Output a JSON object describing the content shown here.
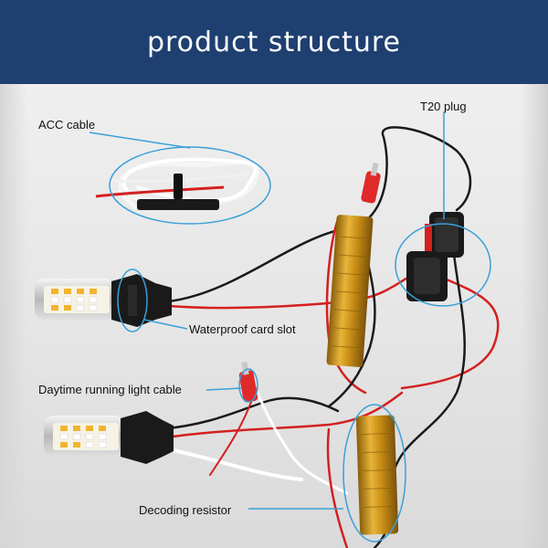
{
  "header": {
    "title": "product structure"
  },
  "labels": {
    "acc_cable": "ACC cable",
    "t20_plug": "T20 plug",
    "waterproof_slot": "Waterproof card slot",
    "drl_cable": "Daytime running light cable",
    "decoding_resistor": "Decoding resistor"
  },
  "colors": {
    "header_bg": "#1e3f70",
    "callout": "#3aa0d8",
    "wire_red": "#d42020",
    "wire_black": "#1a1a1a",
    "resistor_gold": "#d49a1a"
  }
}
